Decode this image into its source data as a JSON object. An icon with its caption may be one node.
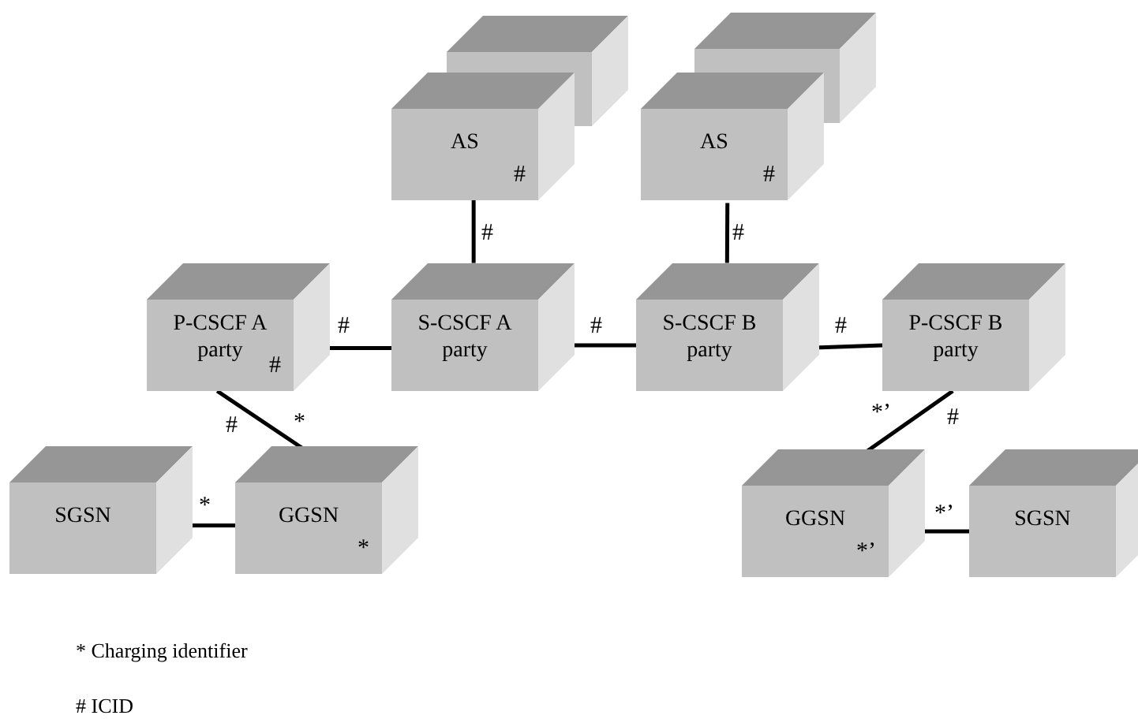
{
  "diagram": {
    "nodes": [
      {
        "text": [],
        "shape": "box"
      },
      {
        "text": [],
        "shape": "box"
      },
      {
        "text": [
          "AS",
          "#"
        ]
      },
      {
        "text": [
          "AS",
          "#"
        ]
      },
      {
        "text": [
          "P-CSCF A party",
          "#"
        ]
      },
      {
        "text": [
          "S-CSCF A party"
        ]
      },
      {
        "text": [
          "S-CSCF B party"
        ]
      },
      {
        "text": [
          "P-CSCF B party"
        ]
      },
      {
        "text": [
          "SGSN"
        ]
      },
      {
        "text": [
          "GGSN",
          "*"
        ]
      },
      {
        "text": [
          "GGSN",
          "*’"
        ]
      },
      {
        "text": [
          "SGSN"
        ]
      }
    ],
    "edges": [
      {
        "from": 2,
        "to": 5,
        "arrow": "none",
        "label": "#"
      },
      {
        "from": 3,
        "to": 6,
        "arrow": "none",
        "label": "#"
      },
      {
        "from": 4,
        "to": 5,
        "arrow": "none",
        "label": "#"
      },
      {
        "from": 5,
        "to": 6,
        "arrow": "none",
        "label": "#"
      },
      {
        "from": 6,
        "to": 7,
        "arrow": "none",
        "label": "#"
      },
      {
        "from": 4,
        "to": 9,
        "arrow": "none",
        "label": "#"
      },
      {
        "from": 7,
        "to": 10,
        "arrow": "none",
        "label": "#"
      },
      {
        "from": 8,
        "to": 9,
        "arrow": "none",
        "label": "*"
      },
      {
        "from": 10,
        "to": 11,
        "arrow": "none",
        "label": "*’"
      }
    ],
    "labels": [
      "*",
      "*’",
      "* Charging identifier",
      "# ICID"
    ]
  }
}
